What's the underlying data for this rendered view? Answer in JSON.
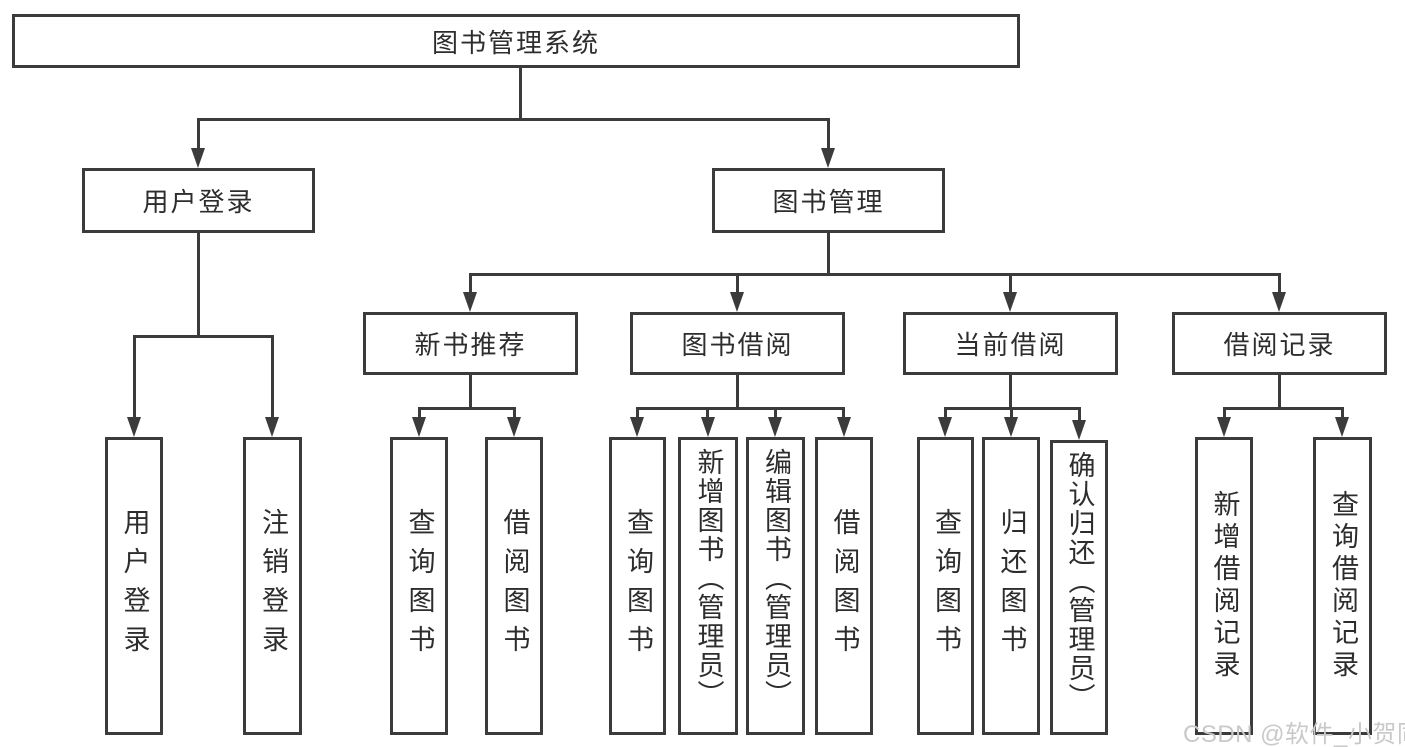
{
  "diagram": {
    "root": {
      "label": "图书管理系统"
    },
    "login_branch": {
      "label": "用户登录",
      "children": [
        {
          "label": "用户登录"
        },
        {
          "label": "注销登录"
        }
      ]
    },
    "mgmt_branch": {
      "label": "图书管理",
      "groups": [
        {
          "label": "新书推荐",
          "children": [
            {
              "label": "查询图书"
            },
            {
              "label": "借阅图书"
            }
          ]
        },
        {
          "label": "图书借阅",
          "children": [
            {
              "label": "查询图书"
            },
            {
              "label": "新增图书（管理员）"
            },
            {
              "label": "编辑图书（管理员）"
            },
            {
              "label": "借阅图书"
            }
          ]
        },
        {
          "label": "当前借阅",
          "children": [
            {
              "label": "查询图书"
            },
            {
              "label": "归还图书"
            },
            {
              "label": "确认归还（管理员）"
            }
          ]
        },
        {
          "label": "借阅记录",
          "children": [
            {
              "label": "新增借阅记录"
            },
            {
              "label": "查询借阅记录"
            }
          ]
        }
      ]
    },
    "watermark": {
      "text": "CSDN @软件_小贺同学"
    },
    "colors": {
      "line": "#3b3b3b",
      "text": "#2d2d2d",
      "watermark": "#c9c9c9",
      "background": "#ffffff"
    }
  }
}
